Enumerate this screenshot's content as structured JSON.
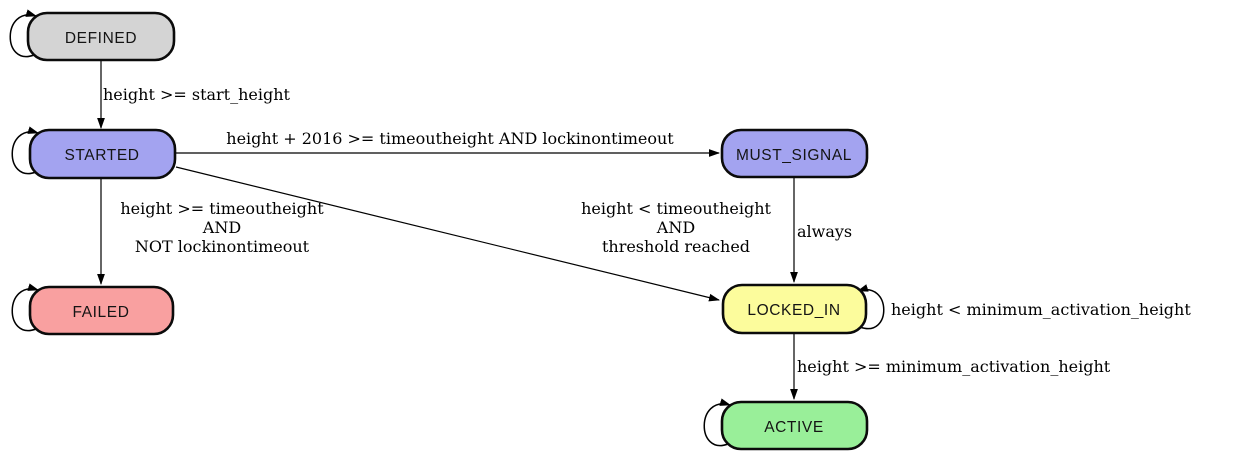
{
  "diagram": {
    "kind": "state-machine",
    "states": {
      "defined": {
        "label": "DEFINED",
        "fill": "#d4d4d4"
      },
      "started": {
        "label": "STARTED",
        "fill": "#a3a3f0"
      },
      "failed": {
        "label": "FAILED",
        "fill": "#f9a0a0"
      },
      "must_signal": {
        "label": "MUST_SIGNAL",
        "fill": "#a3a3f0"
      },
      "locked_in": {
        "label": "LOCKED_IN",
        "fill": "#fcfc9c"
      },
      "active": {
        "label": "ACTIVE",
        "fill": "#99ef99"
      }
    },
    "edges": {
      "defined_to_started": {
        "label": "height >= start_height"
      },
      "started_to_must_signal": {
        "label": "height + 2016 >= timeoutheight AND lockinontimeout"
      },
      "started_to_failed": {
        "lines": [
          "height >= timeoutheight",
          "AND",
          "NOT lockinontimeout"
        ]
      },
      "started_to_locked_in": {
        "lines": [
          "height < timeoutheight",
          "AND",
          "threshold reached"
        ]
      },
      "must_signal_to_locked_in": {
        "label": "always"
      },
      "locked_in_self_loop": {
        "label": "height < minimum_activation_height"
      },
      "locked_in_to_active": {
        "label": "height >= minimum_activation_height"
      }
    },
    "colors": {
      "edge_stroke": "#000000",
      "node_border": "#0b0b0b",
      "background": "#ffffff"
    }
  }
}
